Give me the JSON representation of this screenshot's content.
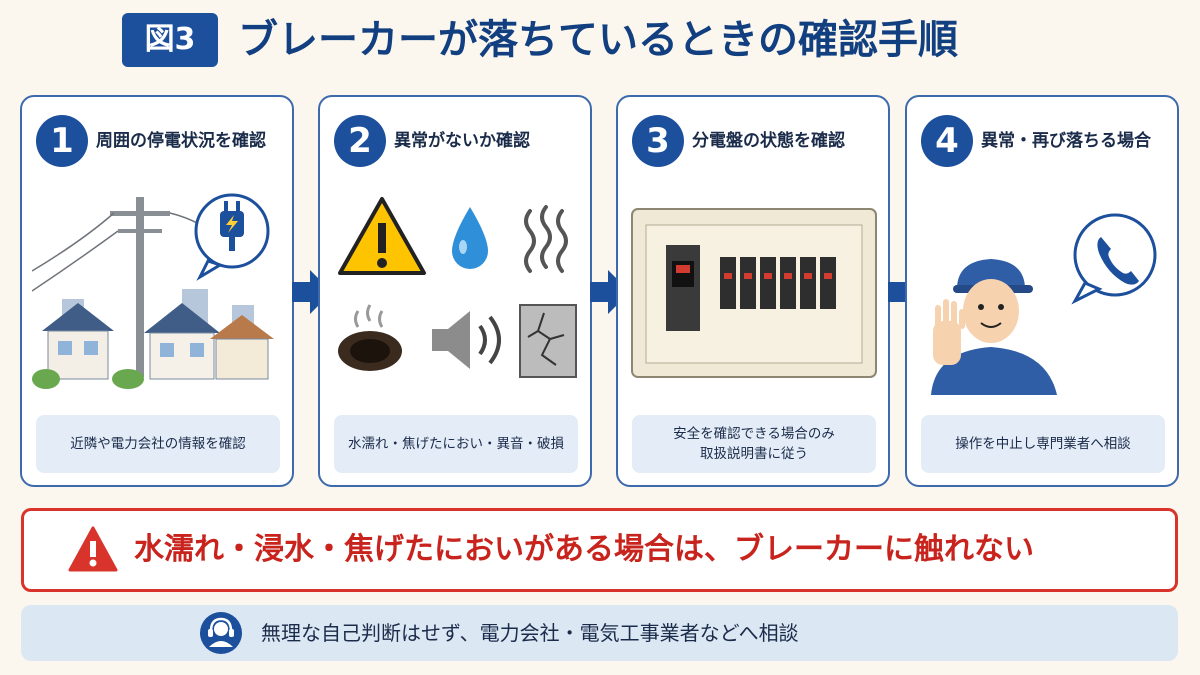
{
  "header": {
    "figure_label": "図3",
    "title": "ブレーカーが落ちているときの確認手順"
  },
  "steps": [
    {
      "number": "1",
      "title": "周囲の停電状況を確認",
      "caption": "近隣や電力会社の情報を確認",
      "icons": [
        "plug-icon",
        "utility-pole-icon",
        "houses-icon"
      ]
    },
    {
      "number": "2",
      "title": "異常がないか確認",
      "caption": "水濡れ・焦げたにおい・異音・破損",
      "icons": [
        "warning-icon",
        "water-drop-icon",
        "smell-icon",
        "scorch-mark-icon",
        "speaker-icon",
        "cracked-panel-icon"
      ]
    },
    {
      "number": "3",
      "title": "分電盤の状態を確認",
      "caption": "安全を確認できる場合のみ\n取扱説明書に従う",
      "icons": [
        "breaker-panel-icon"
      ]
    },
    {
      "number": "4",
      "title": "異常・再び落ちる場合",
      "caption": "操作を中止し専門業者へ相談",
      "icons": [
        "worker-icon",
        "phone-icon"
      ]
    }
  ],
  "warning": {
    "text": "水濡れ・浸水・焦げたにおいがある場合は、ブレーカーに触れない",
    "icon": "warning-icon"
  },
  "note": {
    "text": "無理な自己判断はせず、電力会社・電気工事業者などへ相談",
    "icon": "headset-operator-icon"
  },
  "colors": {
    "primary_blue": "#1c4f9c",
    "title_blue": "#123f80",
    "warning_red": "#d8342b",
    "caption_bg": "#e3ecf7",
    "page_bg": "#fbf7ef"
  }
}
